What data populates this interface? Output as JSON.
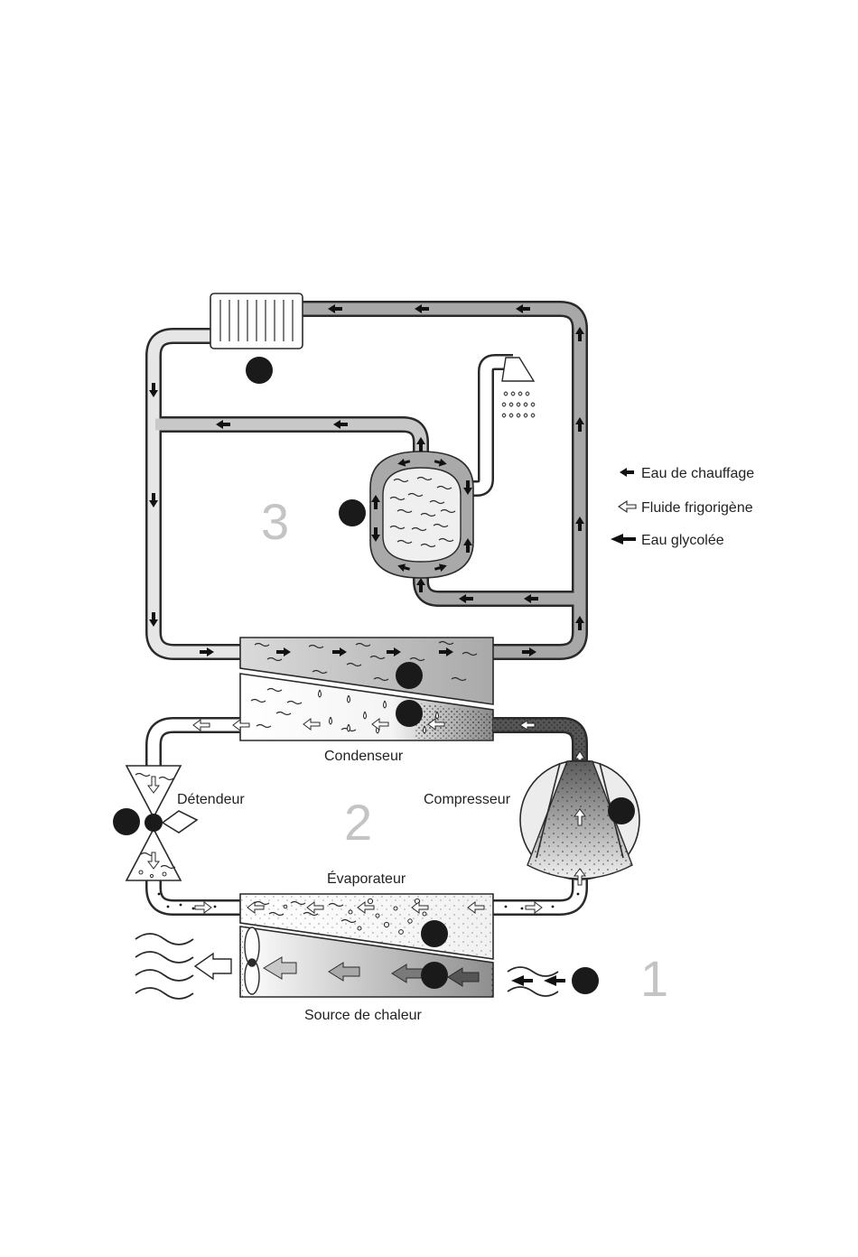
{
  "labels": {
    "condenser": "Condenseur",
    "compressor": "Compresseur",
    "expansion_valve": "Détendeur",
    "evaporator": "Évaporateur",
    "heat_source": "Source de chaleur"
  },
  "zones": [
    "1",
    "2",
    "3"
  ],
  "legend": [
    {
      "key": "heating-water",
      "text": "Eau de chauffage"
    },
    {
      "key": "refrigerant",
      "text": "Fluide frigorigène"
    },
    {
      "key": "glycol-water",
      "text": "Eau glycolée"
    }
  ],
  "colors": {
    "outline": "#2a2a2a",
    "heating_water": "#a8a8a8",
    "refrigerant_light": "#e6e6e6",
    "zone_number": "#c4c4c4",
    "marker": "#1a1a1a"
  }
}
